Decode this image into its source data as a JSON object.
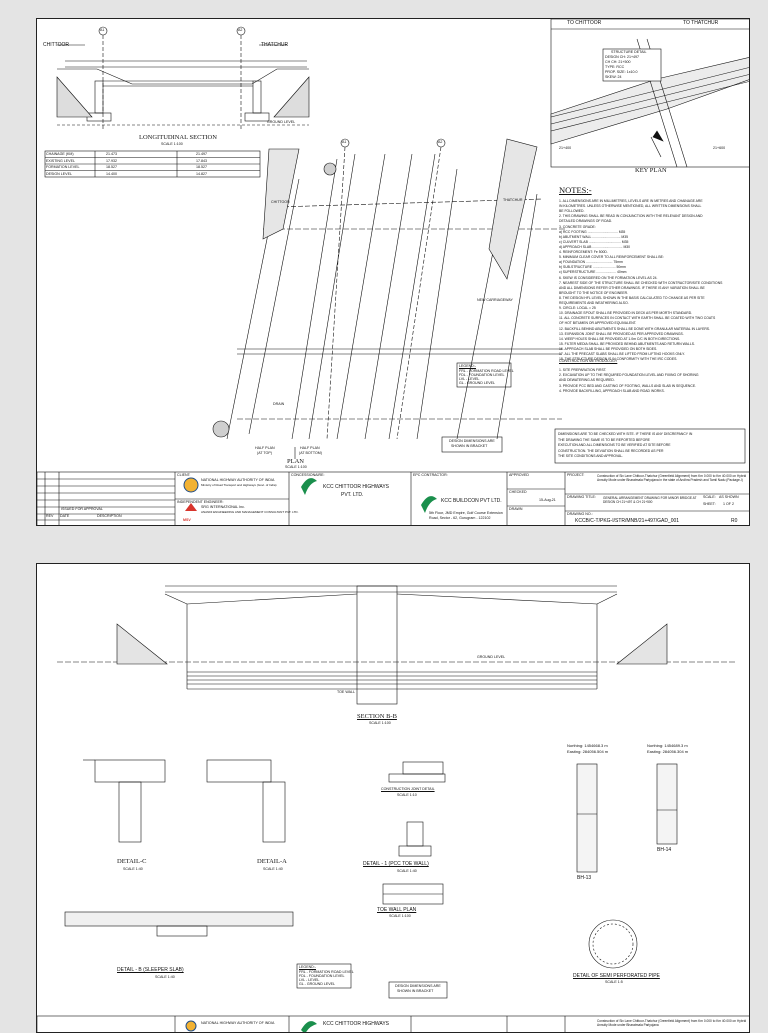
{
  "sheet1": {
    "elevation": {
      "left_road": "CHITTOOR",
      "right_road": "THATCHUR",
      "axis_a1": "A1",
      "axis_a2": "A2",
      "title": "LONGITUDINAL SECTION",
      "scale": "SCALE 1:100",
      "ground_level": "GROUND LEVEL"
    },
    "level_table": [
      [
        "CHAINAGE (KM)",
        "21.473",
        "21.497"
      ],
      [
        "EXISTING LEVEL",
        "17.932",
        "17.843"
      ],
      [
        "FORMATION LEVEL",
        "18.527",
        "18.527"
      ],
      [
        "DESIGN LEVEL",
        "14.400",
        "14.827"
      ]
    ],
    "plan": {
      "axis_a1": "A1",
      "axis_a2": "A2",
      "label_left": "CHITTOOR",
      "label_right": "THATCHUR",
      "half_plan_left": "HALF PLAN",
      "half_plan_left_sub": "(AT TOP)",
      "half_plan_right": "HALF PLAN",
      "half_plan_right_sub": "(AT BOTTOM)",
      "title": "PLAN",
      "scale": "SCALE 1:100",
      "skew_note": "NEW CARRIAGEWAY",
      "drain": "DRAIN"
    },
    "legend": {
      "title": "LEGEND:-",
      "items": [
        "FRL - FORMATION ROAD LEVEL",
        "FDL - FOUNDATION LEVEL",
        "LVL - LEVEL",
        "GL - GROUND LEVEL"
      ]
    },
    "dims_note": [
      "DESIGN DIMENSIONS ARE",
      "SHOWN IN BRACKET"
    ],
    "key_plan": {
      "to_left": "TO CHITTOOR",
      "to_right": "TO THATCHUR",
      "title": "KEY PLAN",
      "detail_title": "STRUCTURE DETAIL",
      "detail_rows": [
        "DESIGN CH: 21+497",
        "CH CH: 21+500",
        "TYPE: RCC",
        "PROP. SIZE: 1x10.0",
        "SKEW: 24"
      ],
      "ch_left": "21+400",
      "ch_right": "21+600"
    },
    "notes_title": "NOTES:-",
    "notes": [
      "1. ALL DIMENSIONS ARE IN MILLIMETRES, LEVELS ARE IN METRES AND CHAINAGE ARE",
      "   IN KILOMETRES. UNLESS OTHERWISE MENTIONED, ALL WRITTEN DIMENSIONS SHALL",
      "   BE FOLLOWED.",
      "2. THIS DRAWING SHALL BE READ IN CONJUNCTION WITH THE RELEVANT DESIGN AND",
      "   DETAILED DRAWINGS OF ROAD.",
      "3. CONCRETE GRADE:",
      "   a) RCC FOOTING ................................ M35",
      "   b) ABUTMENT WALL .............................. M35",
      "   c) CULVERT SLAB .................................. M35",
      "   d) APPROACH SLAB ................................ M30",
      "4. REINFORCEMENT: Fe 500D.",
      "5. MINIMUM CLEAR COVER TO ALL REINFORCEMENT SHALL BE:",
      "   a) FOUNDATION ............................ 75mm",
      "   b) SUB-STRUCTURE ........................ 50mm",
      "   c) SUPERSTRUCTURE ..................... 40mm",
      "6. SKEW IS CONSIDERED ON THE FORMATION LEVEL AS 24.",
      "7. NEAREST SIDE OF THE STRUCTURE SHALL BE CHECKED WITH CONTRACTOR/SITE CONDITIONS",
      "   AND ALL DIMENSIONS REFER OTHER DRAWINGS. IF THERE IS ANY VARIATION SHALL BE",
      "   BROUGHT TO THE NOTICE OF ENGINEER.",
      "8. THE DESIGN HFL LEVEL SHOWN IN THE BASIS CALCULATED TO CHANGE AS PER SITE",
      "   REQUIREMENTS AND WEATHERING ALSO.",
      "9. CIRCLE: LOCAL = 25",
      "10. DRAINAGE SPOUT SHALL BE PROVIDED IN DECK AS PER MORTH STANDARD.",
      "11. ALL CONCRETE SURFACES IN CONTACT WITH EARTH SHALL BE COATED WITH TWO COATS",
      "    OF HOT BITUMEN OR APPROVED EQUIVALENT.",
      "12. BACKFILL BEHIND ABUTMENTS SHALL BE DONE WITH GRANULAR MATERIAL IN LAYERS.",
      "13. EXPANSION JOINT SHALL BE PROVIDED AS PER APPROVED DRAWINGS.",
      "14. WEEP HOLES SHALL BE PROVIDED AT 1.0m C/C IN BOTH DIRECTIONS.",
      "15. FILTER MEDIA SHALL BE PROVIDED BEHIND ABUTMENTS AND RETURN WALLS.",
      "16. APPROACH SLAB SHALL BE PROVIDED ON BOTH SIDES.",
      "17. ALL THE PRECAST SLABS SHALL BE LIFTED FROM LIFTING HOOKS ONLY.",
      "18. THE STRUCTURE DESIGN IS IN CONFORMITY WITH THE IRC CODES."
    ],
    "construction_title": "CONSTRUCTION METHODOLOGY",
    "construction": [
      "1. SITE PREPARATION FIRST.",
      "2. EXCAVATION UP TO THE REQUIRED FOUNDATION LEVEL AND FIXING OF SHORING",
      "   AND DEWATERING AS REQUIRED.",
      "3. PROVIDE PCC BED AND CASTING OF FOOTING, WALLS AND SLAB IN SEQUENCE.",
      "4. PROVIDE BACKFILLING, APPROACH SLAB AND ROAD WORKS."
    ],
    "warning_box": [
      "DIMENSIONS ARE TO BE CHECKED WITH SITE. IF THERE IS ANY DISCREPANCY IN",
      "THE DRAWING THE SAME IS TO BE REPORTED BEFORE",
      "EXECUTION AND ALL DIMENSIONS TO BE VERIFIED AT SITE BEFORE",
      "CONSTRUCTION. THE DEVIATION SHALL BE RECORDED AS PER",
      "THE SITE CONDITIONS AND APPROVAL."
    ],
    "title_block": {
      "client_label": "CLIENT:",
      "client_name": "NATIONAL HIGHWAY AUTHORITY OF INDIA",
      "client_sub": "Ministry of Road Transport and Highways (Govt. of India)",
      "ie_label": "INDEPENDENT ENGINEER:",
      "ie_name": "SRG INTERNATIONAL Inc.",
      "ie_sub": "ANANDI ENGINEERING AND MANAGEMENT CONSULTANT PVT. LTD.",
      "ie_logo": "MSV",
      "conc_label": "CONCESSIONAIRE:",
      "conc_name_1": "KCC CHITTOOR HIGHWAYS",
      "conc_name_2": "PVT. LTD.",
      "epc_label": "EPC CONTRACTOR:",
      "epc_name": "KCC BUILDCON PVT LTD.",
      "epc_addr_1": "5th Floor, JMD Empire, Golf Course Extension",
      "epc_addr_2": "Road, Sector - 62, Gurugram - 122102",
      "approved": "APPROVED",
      "checked": "CHECKED",
      "drawn": "DRAWN",
      "date": "15-Aug-21",
      "project_label": "PROJECT:",
      "project": "Construction of Six Lane Chittoor-Thatchur (Greenfield Alignment) from Km 0.000 to Km 40.000 on Hybrid Annuity Mode under Bharatmala Pariyojana in the state of Andhra Pradesh and Tamil Nadu (Package-I)",
      "drawing_title_label": "DRAWING TITLE:",
      "drawing_title": "GENERAL ARRANGEMENT DRAWING FOR MINOR BRIDGE AT DESIGN CH 21+497 & CH 21+500",
      "scale_label": "SCALE:",
      "scale": "AS SHOWN",
      "sheet_label": "SHEET:",
      "sheet": "1 OF 2",
      "dwg_no_label": "DRAWING NO.:",
      "dwg_no": "KCCB/C-T/PKG-I/STR/MNB/21+497/GAD_001",
      "rev": "R0",
      "rev_header": [
        "REV",
        "DATE",
        "DESCRIPTION"
      ],
      "rev_first": "ISSUED FOR APPROVAL"
    }
  },
  "sheet2": {
    "section_title": "SECTION B-B",
    "section_scale": "SCALE 1:100",
    "ground_level": "GROUND LEVEL",
    "toe_wall": "TOE WALL",
    "detail_c": "DETAIL-C",
    "detail_c_scale": "SCALE 1:40",
    "detail_a": "DETAIL-A",
    "detail_a_scale": "SCALE 1:40",
    "construction_joint": "CONSTRUCTION JOINT DETAIL",
    "construction_joint_scale": "SCALE 1:10",
    "detail_1": "DETAIL - 1 (PCC TOE WALL)",
    "detail_1_scale": "SCALE 1:40",
    "toe_wall_plan": "TOE WALL PLAN",
    "toe_wall_plan_scale": "SCALE 1:100",
    "detail_b": "DETAIL - B (SLEEPER SLAB)",
    "detail_b_scale": "SCALE 1:40",
    "bh13_coords": [
      "Northing: 1454668.3 m",
      "Easting: 284056.504 m"
    ],
    "bh14_coords": [
      "Northing: 1454689.3 m",
      "Easting: 284056.304 m"
    ],
    "bh13": "BH-13",
    "bh14": "BH-14",
    "pipe_title": "DETAIL OF SEMI PERFORATED PIPE",
    "pipe_scale": "SCALE 1:5",
    "legend_title": "LEGEND:-",
    "legend": [
      "FRL - FORMATION ROAD LEVEL",
      "FDL - FOUNDATION LEVEL",
      "LVL - LEVEL",
      "GL - GROUND LEVEL"
    ],
    "dims_note": [
      "DESIGN DIMENSIONS ARE",
      "SHOWN IN BRACKET"
    ],
    "tb_client": "NATIONAL HIGHWAY AUTHORITY OF INDIA",
    "tb_conc": "KCC CHITTOOR HIGHWAYS",
    "tb_project": "Construction of Six Lane Chittoor-Thatchur (Greenfield Alignment) from Km 0.000 to Km 40.000 on Hybrid Annuity Mode under Bharatmala Pariyojana"
  }
}
